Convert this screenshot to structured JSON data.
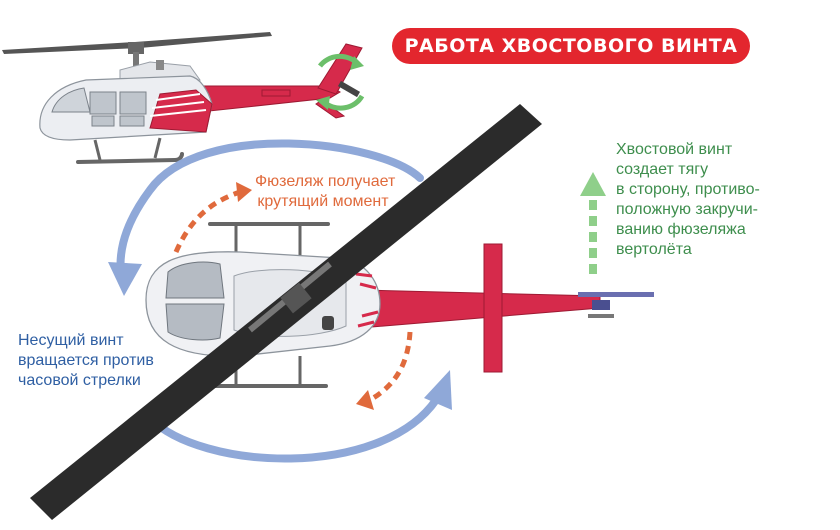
{
  "title": "РАБОТА ХВОСТОВОГО ВИНТА",
  "captions": {
    "fuselage": [
      "Фюзеляж получает",
      "крутящий момент"
    ],
    "main_rotor": [
      "Несущий винт",
      "вращается против",
      "часовой стрелки"
    ],
    "tail_rotor": [
      "Хвостовой винт",
      "создает тягу",
      "в сторону, противо-",
      "положную закручи-",
      "ванию фюзеляжа",
      "вертолёта"
    ]
  },
  "colors": {
    "accent_red": "#e3262e",
    "fuselage_red": "#d62a4b",
    "torque_orange": "#e06a3c",
    "rotation_blue": "#8fa8d8",
    "thrust_green": "#8fcf8a",
    "rotor_blade": "#2b2b2b"
  },
  "icons": [
    "helicopter-side-view",
    "helicopter-top-view",
    "rotation-arrows-icon"
  ]
}
